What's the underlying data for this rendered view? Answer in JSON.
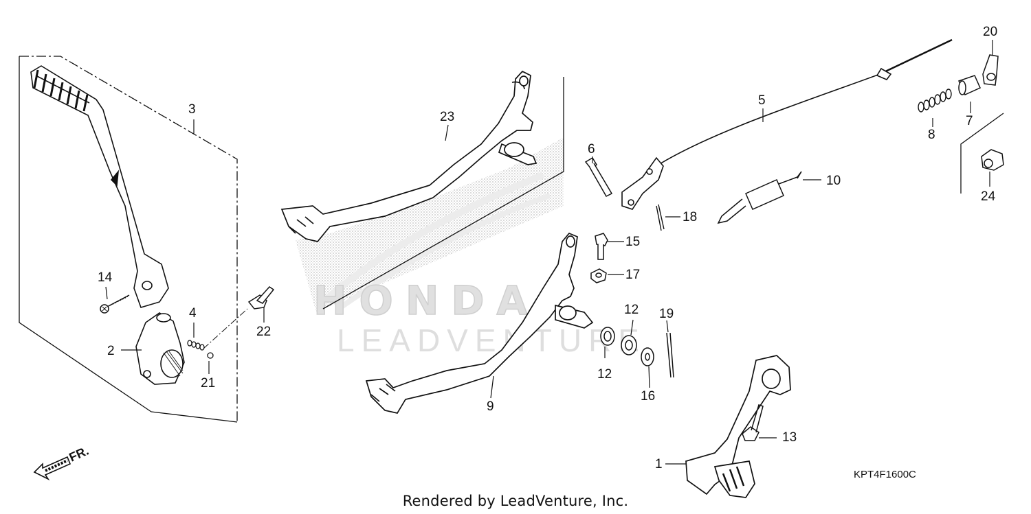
{
  "diagram": {
    "watermark_brand": "HONDA",
    "watermark_dealer": "LEADVENTURE",
    "front_indicator": "FR.",
    "diagram_code": "KPT4F1600C",
    "footer": "Rendered by LeadVenture, Inc.",
    "colors": {
      "line": "#111111",
      "watermark": "#d8d8d8",
      "shade": "#9a9a9a"
    },
    "callouts": [
      "1",
      "2",
      "3",
      "4",
      "5",
      "6",
      "7",
      "8",
      "9",
      "10",
      "12",
      "12",
      "12",
      "13",
      "14",
      "15",
      "16",
      "17",
      "18",
      "19",
      "20",
      "21",
      "22",
      "23",
      "24"
    ]
  }
}
